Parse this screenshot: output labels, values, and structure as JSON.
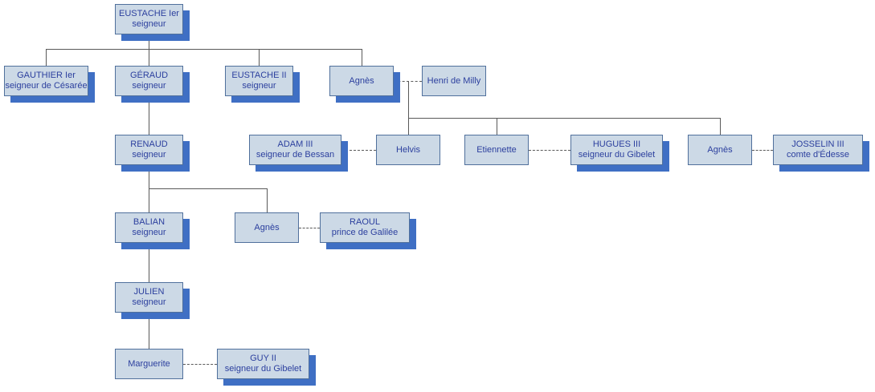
{
  "diagram_type": "genealogy-family-tree",
  "background_color": "#ffffff",
  "colors": {
    "box_fill": "#ccd9e6",
    "box_border": "#50709c",
    "box_text": "#2b3f9e",
    "box_shadow": "#3f6fc4",
    "connector": "#595959"
  },
  "nodes": [
    {
      "id": "eustache1",
      "name": "EUSTACHE Ier",
      "title": "seigneur"
    },
    {
      "id": "gauthier1",
      "name": "GAUTHIER Ier",
      "title": "seigneur de Césarée"
    },
    {
      "id": "geraud",
      "name": "GÉRAUD",
      "title": "seigneur"
    },
    {
      "id": "eustache2",
      "name": "EUSTACHE II",
      "title": "seigneur"
    },
    {
      "id": "agnes1",
      "name": "Agnès",
      "title": ""
    },
    {
      "id": "henri_de_milly",
      "name": "Henri de Milly",
      "title": ""
    },
    {
      "id": "renaud",
      "name": "RENAUD",
      "title": "seigneur"
    },
    {
      "id": "adam3",
      "name": "ADAM III",
      "title": "seigneur de Bessan"
    },
    {
      "id": "helvis",
      "name": "Helvis",
      "title": ""
    },
    {
      "id": "etiennette",
      "name": "Etiennette",
      "title": ""
    },
    {
      "id": "hugues3",
      "name": "HUGUES III",
      "title": "seigneur du Gibelet"
    },
    {
      "id": "agnes2",
      "name": "Agnès",
      "title": ""
    },
    {
      "id": "josselin3",
      "name": "JOSSELIN III",
      "title": "comte d'Édesse"
    },
    {
      "id": "balian",
      "name": "BALIAN",
      "title": "seigneur"
    },
    {
      "id": "agnes3",
      "name": "Agnès",
      "title": ""
    },
    {
      "id": "raoul",
      "name": "RAOUL",
      "title": "prince de Galilée"
    },
    {
      "id": "julien",
      "name": "JULIEN",
      "title": "seigneur"
    },
    {
      "id": "marguerite",
      "name": "Marguerite",
      "title": ""
    },
    {
      "id": "guy2",
      "name": "GUY II",
      "title": "seigneur du Gibelet"
    }
  ],
  "edges": {
    "children": [
      {
        "parent": "eustache1",
        "child": "gauthier1"
      },
      {
        "parent": "eustache1",
        "child": "geraud"
      },
      {
        "parent": "eustache1",
        "child": "eustache2"
      },
      {
        "parent": "eustache1",
        "child": "agnes1"
      },
      {
        "parent": "agnes1+henri_de_milly",
        "child": "helvis"
      },
      {
        "parent": "agnes1+henri_de_milly",
        "child": "etiennette"
      },
      {
        "parent": "agnes1+henri_de_milly",
        "child": "agnes2"
      },
      {
        "parent": "geraud",
        "child": "renaud"
      },
      {
        "parent": "renaud",
        "child": "balian"
      },
      {
        "parent": "renaud",
        "child": "agnes3"
      },
      {
        "parent": "balian",
        "child": "julien"
      },
      {
        "parent": "julien",
        "child": "marguerite"
      }
    ],
    "marriages": [
      [
        "agnes1",
        "henri_de_milly"
      ],
      [
        "adam3",
        "helvis"
      ],
      [
        "etiennette",
        "hugues3"
      ],
      [
        "agnes2",
        "josselin3"
      ],
      [
        "agnes3",
        "raoul"
      ],
      [
        "marguerite",
        "guy2"
      ]
    ]
  }
}
